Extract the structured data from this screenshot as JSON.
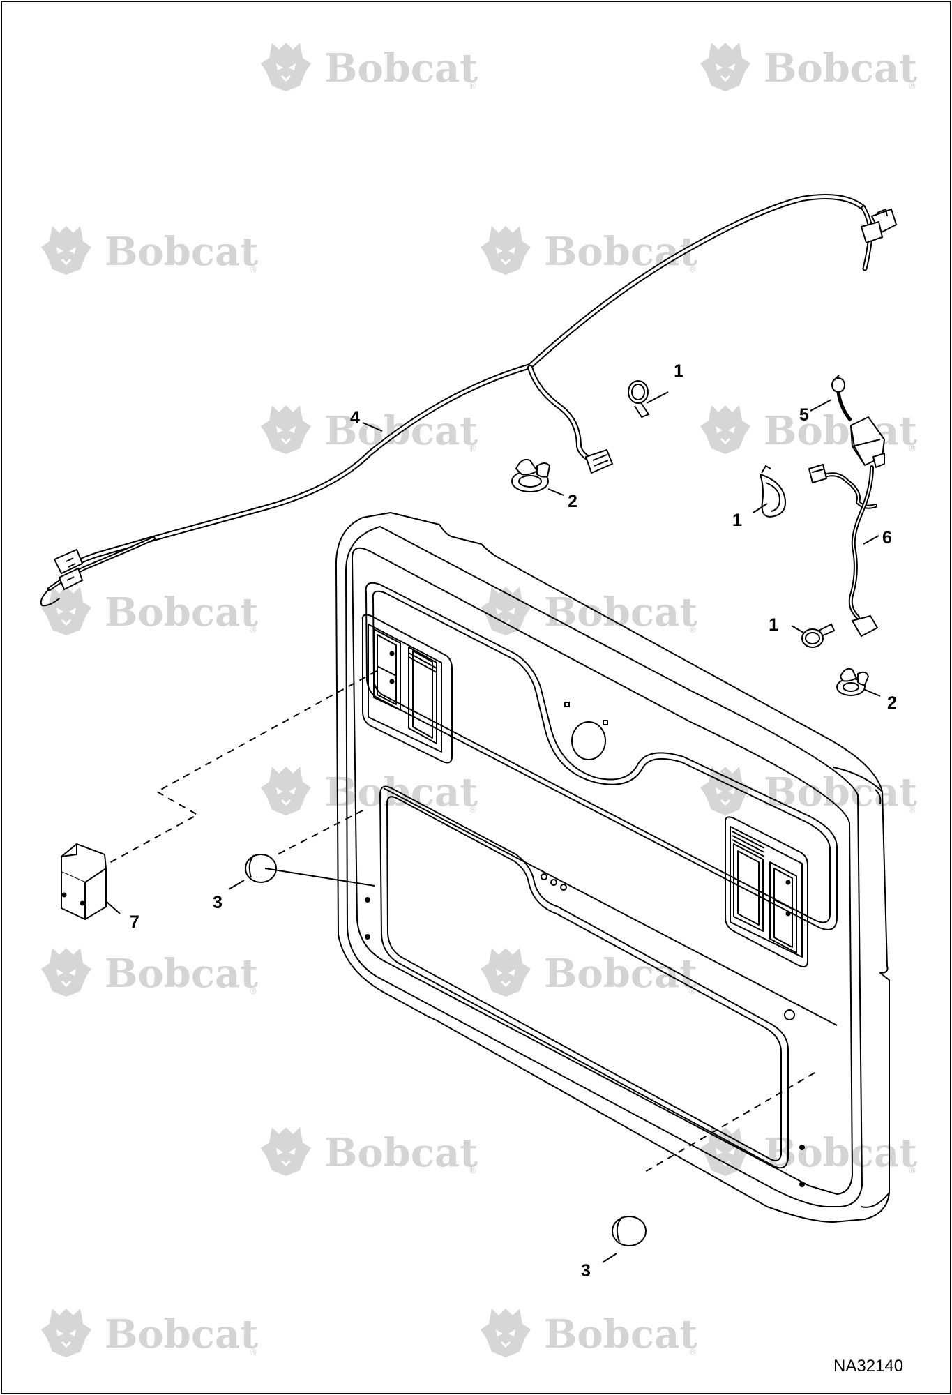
{
  "figure_id": "NA32140",
  "watermark": {
    "text": "Bobcat",
    "mark": "®"
  },
  "callouts": [
    {
      "id": "c1a",
      "label": "1"
    },
    {
      "id": "c1b",
      "label": "1"
    },
    {
      "id": "c1c",
      "label": "1"
    },
    {
      "id": "c2a",
      "label": "2"
    },
    {
      "id": "c2b",
      "label": "2"
    },
    {
      "id": "c3a",
      "label": "3"
    },
    {
      "id": "c3b",
      "label": "3"
    },
    {
      "id": "c4",
      "label": "4"
    },
    {
      "id": "c5",
      "label": "5"
    },
    {
      "id": "c6",
      "label": "6"
    },
    {
      "id": "c7",
      "label": "7"
    }
  ]
}
